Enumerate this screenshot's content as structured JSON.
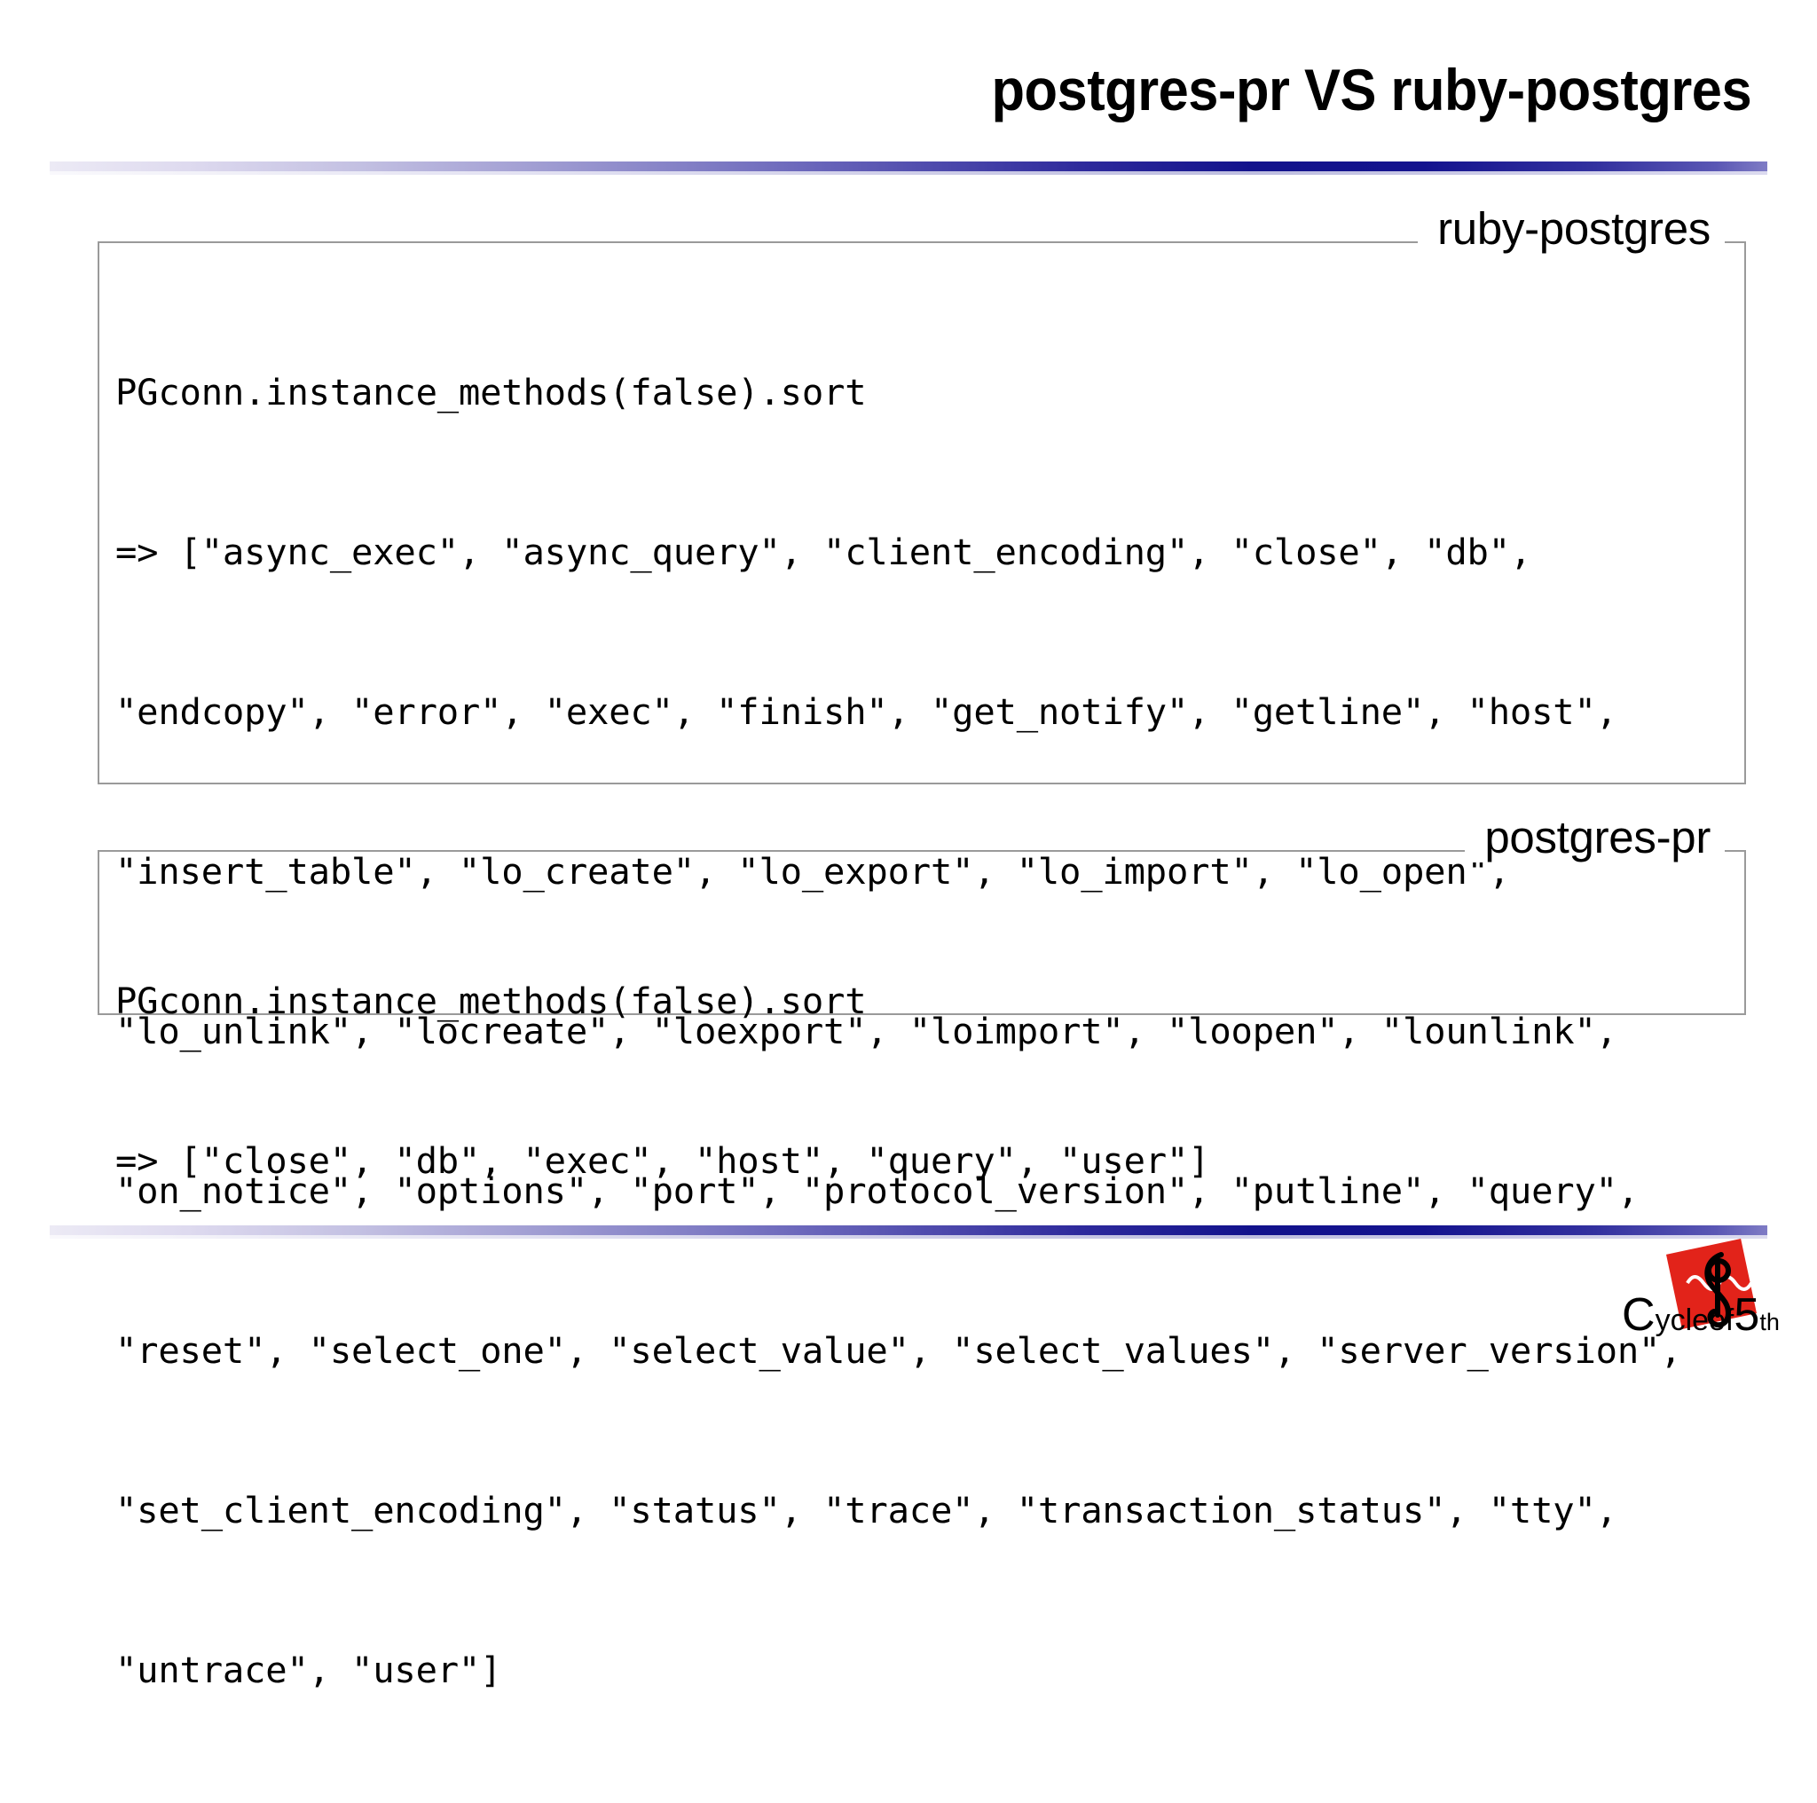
{
  "slide": {
    "title": "postgres-pr VS ruby-postgres"
  },
  "decor": {
    "rule_gradient_from": "#eceaf5",
    "rule_gradient_mid": "#12128c",
    "rule_gradient_to": "#7f7cc5",
    "frame_border_color": "#9a9a9a",
    "logo_square_color": "#e2231a"
  },
  "blocks": [
    {
      "legend": "ruby-postgres",
      "lines": [
        "PGconn.instance_methods(false).sort",
        "=> [\"async_exec\", \"async_query\", \"client_encoding\", \"close\", \"db\",",
        "\"endcopy\", \"error\", \"exec\", \"finish\", \"get_notify\", \"getline\", \"host\",",
        "\"insert_table\", \"lo_create\", \"lo_export\", \"lo_import\", \"lo_open\",",
        "\"lo_unlink\", \"locreate\", \"loexport\", \"loimport\", \"loopen\", \"lounlink\",",
        "\"on_notice\", \"options\", \"port\", \"protocol_version\", \"putline\", \"query\",",
        "\"reset\", \"select_one\", \"select_value\", \"select_values\", \"server_version\",",
        "\"set_client_encoding\", \"status\", \"trace\", \"transaction_status\", \"tty\",",
        "\"untrace\", \"user\"]"
      ]
    },
    {
      "legend": "postgres-pr",
      "lines": [
        "PGconn.instance_methods(false).sort",
        "=> [\"close\", \"db\", \"exec\", \"host\", \"query\", \"user\"]"
      ]
    }
  ],
  "logo": {
    "c": "C",
    "ycleof": "ycleof",
    "five": "5",
    "th": "th"
  }
}
